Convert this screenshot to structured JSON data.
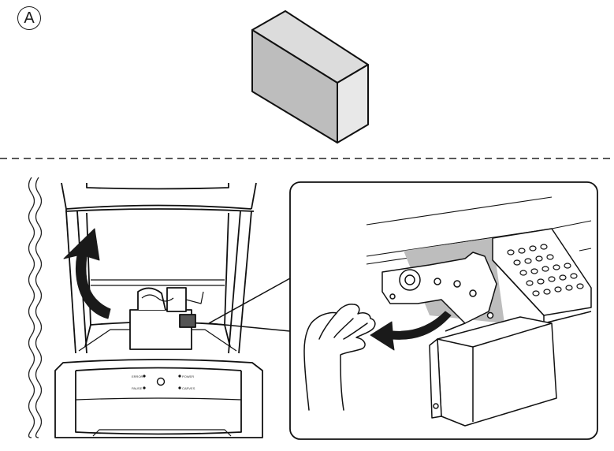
{
  "marker": {
    "letter": "A"
  },
  "printer_panel": {
    "labels": [
      "ERROR",
      "PAUSE",
      "POWER",
      "CARVES"
    ]
  }
}
